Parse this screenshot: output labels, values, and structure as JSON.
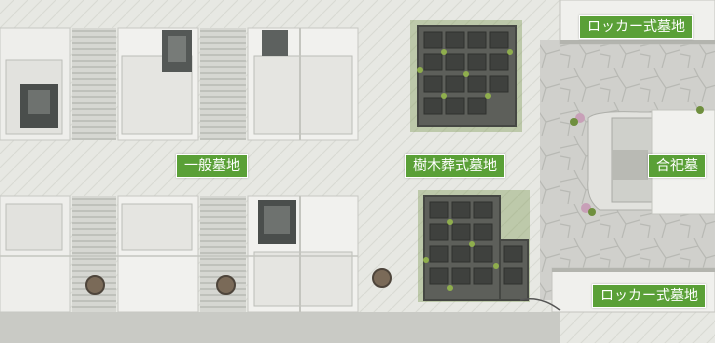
{
  "areas": {
    "general_grave": {
      "label": "一般墓地"
    },
    "tree_burial": {
      "label": "樹木葬式墓地"
    },
    "locker_top": {
      "label": "ロッカー式墓地"
    },
    "locker_bottom": {
      "label": "ロッカー式墓地"
    },
    "joint_grave": {
      "label": "合祀墓"
    }
  },
  "colors": {
    "label_bg": "#5aa037",
    "label_text": "#ffffff",
    "pavement": "#e7e8e3",
    "grave_stone": "#f3f3f0",
    "grave_dark": "#4a4e4c",
    "tree_plot": "#5d5f5a",
    "greenery": "#6f8f3e"
  }
}
